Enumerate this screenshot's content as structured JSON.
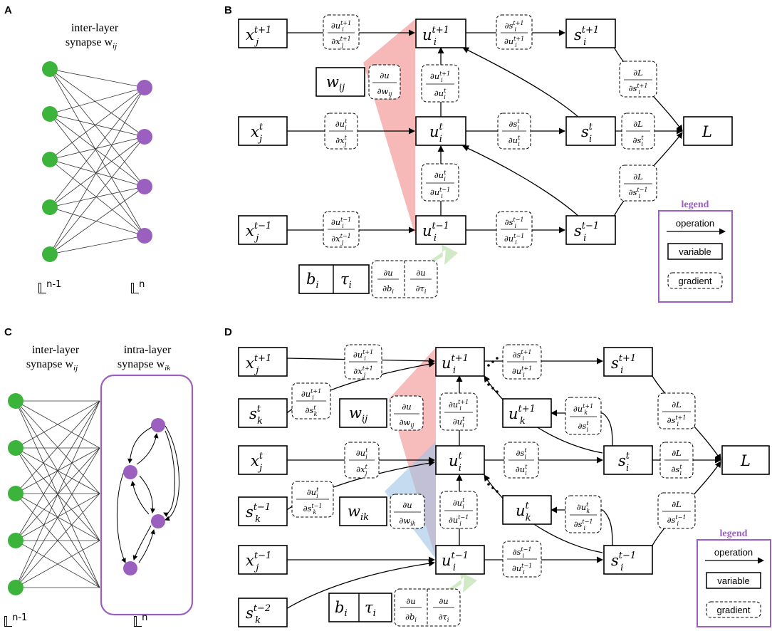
{
  "panels": {
    "A": {
      "letter": "A",
      "caption_line1": "inter-layer",
      "caption_line2": "synapse w",
      "caption_sub": "ij",
      "layer_left": "𝕃",
      "layer_left_sup": "n-1",
      "layer_right": "𝕃",
      "layer_right_sup": "n"
    },
    "B": {
      "letter": "B"
    },
    "C": {
      "letter": "C",
      "caption_inter_line1": "inter-layer",
      "caption_inter_line2": "synapse w",
      "caption_inter_sub": "ij",
      "caption_intra_line1": "intra-layer",
      "caption_intra_line2": "synapse w",
      "caption_intra_sub": "ik",
      "layer_left": "𝕃",
      "layer_left_sup": "n-1",
      "layer_right": "𝕃",
      "layer_right_sup": "n"
    },
    "D": {
      "letter": "D"
    }
  },
  "legend": {
    "title": "legend",
    "operation": "operation",
    "variable": "variable",
    "gradient": "gradient"
  },
  "colors": {
    "neuron_green": "#3cb43c",
    "neuron_purple": "#9b5fc0",
    "weight_red": "#f4a0a0",
    "weight_blue": "#9cc3e6",
    "param_green": "#bfe3b0"
  }
}
